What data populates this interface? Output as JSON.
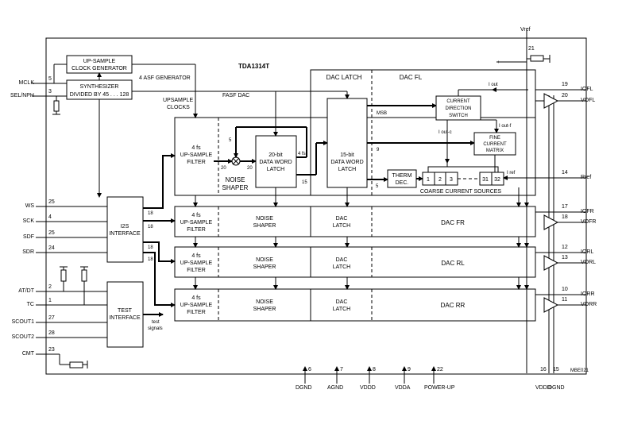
{
  "chip": {
    "name": "TDA1314T",
    "fig_id": "MBE021"
  },
  "blocks": {
    "clock_gen": [
      "UP-SAMPLE",
      "CLOCK GENERATOR"
    ],
    "synth": [
      "SYNTHESIZER",
      "DIVIDED BY 45 . . . 128"
    ],
    "asf_gen": "4 ASF GENERATOR",
    "upsample_clocks": [
      "UPSAMPLE",
      "CLOCKS"
    ],
    "fasf_dac": "FASF DAC",
    "dac_latch_top": "DAC LATCH",
    "dac_fl": "DAC FL",
    "filter_fl": [
      "4 fs",
      "UP-SAMPLE",
      "FILTER"
    ],
    "noise_shaper_fl": [
      "NOISE",
      "SHAPER"
    ],
    "word20": [
      "20-bit",
      "DATA WORD",
      "LATCH"
    ],
    "word15": [
      "15-bit",
      "DATA WORD",
      "LATCH"
    ],
    "therm": [
      "THERM",
      "DEC."
    ],
    "current_switch": [
      "CURRENT",
      "DIRECTION",
      "SWITCH"
    ],
    "fine_matrix": [
      "FINE",
      "CURRENT",
      "MATRIX"
    ],
    "coarse": "COARSE CURRENT SOURCES",
    "coarse_cells": [
      "1",
      "2",
      "3",
      "31",
      "32"
    ],
    "i2s": [
      "I2S",
      "INTERFACE"
    ],
    "test": [
      "TEST",
      "INTERFACE"
    ],
    "test_signals": [
      "test",
      "signals"
    ],
    "channel_filter": [
      "4 fs",
      "UP-SAMPLE",
      "FILTER"
    ],
    "channel_shaper": [
      "NOISE",
      "SHAPER"
    ],
    "channel_latch": [
      "DAC",
      "LATCH"
    ],
    "dac_names": [
      "DAC FR",
      "DAC RL",
      "DAC RR"
    ]
  },
  "wire_labels": {
    "msb": "MSB",
    "iout": "I out",
    "ioutc": "I out-c",
    "ioutf": "I out-f",
    "iref": "I ref",
    "bus20a": "20",
    "bus20b": "20",
    "bus15": "15",
    "bus5": "5",
    "bus9": "9",
    "bus4fs": "4 fs",
    "bus5b": "5",
    "bus18": [
      "18",
      "18",
      "18",
      "18"
    ]
  },
  "pins_left": [
    {
      "name": "MCLK",
      "num": "5"
    },
    {
      "name": "SEL/NPH",
      "num": "3"
    },
    {
      "name": "WS",
      "num": "25"
    },
    {
      "name": "SCK",
      "num": "4"
    },
    {
      "name": "SDF",
      "num": "25"
    },
    {
      "name": "SDR",
      "num": "24"
    },
    {
      "name": "AT/DT",
      "num": "2"
    },
    {
      "name": "TC",
      "num": "1"
    },
    {
      "name": "SCOUT1",
      "num": "27"
    },
    {
      "name": "SCOUT2",
      "num": "28"
    },
    {
      "name": "CMT",
      "num": "23"
    }
  ],
  "pins_right": [
    {
      "name": "IOFL",
      "num": "19"
    },
    {
      "name": "VOFL",
      "num": "20"
    },
    {
      "name": "Rref",
      "num": "14"
    },
    {
      "name": "IOFR",
      "num": "17"
    },
    {
      "name": "VOFR",
      "num": "18"
    },
    {
      "name": "IORL",
      "num": "12"
    },
    {
      "name": "VORL",
      "num": "13"
    },
    {
      "name": "IORR",
      "num": "10"
    },
    {
      "name": "VORR",
      "num": "11"
    }
  ],
  "pins_top": [
    {
      "name": "Vref",
      "num": "21"
    }
  ],
  "pins_bottom": [
    {
      "name": "DGND",
      "num": "6"
    },
    {
      "name": "AGND",
      "num": "7"
    },
    {
      "name": "VDDD",
      "num": "8"
    },
    {
      "name": "VDDA",
      "num": "9"
    },
    {
      "name": "POWER-UP",
      "num": "22"
    },
    {
      "name": "VDDD",
      "num": "16"
    },
    {
      "name": "DGND",
      "num": "15"
    }
  ]
}
